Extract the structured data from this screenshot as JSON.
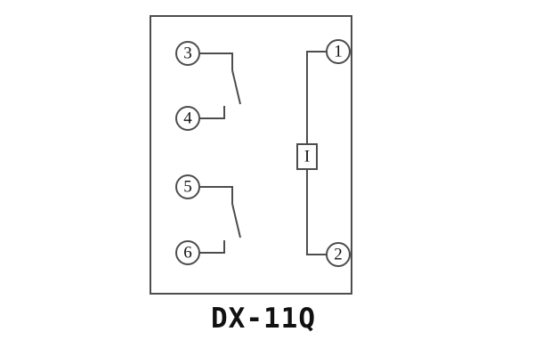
{
  "diagram": {
    "title": "DX-11Q",
    "coil_label": "I",
    "terminals": {
      "t1": "1",
      "t2": "2",
      "t3": "3",
      "t4": "4",
      "t5": "5",
      "t6": "6"
    },
    "colors": {
      "line": "#4d4d4d",
      "background": "#ffffff",
      "text": "#111111"
    }
  }
}
